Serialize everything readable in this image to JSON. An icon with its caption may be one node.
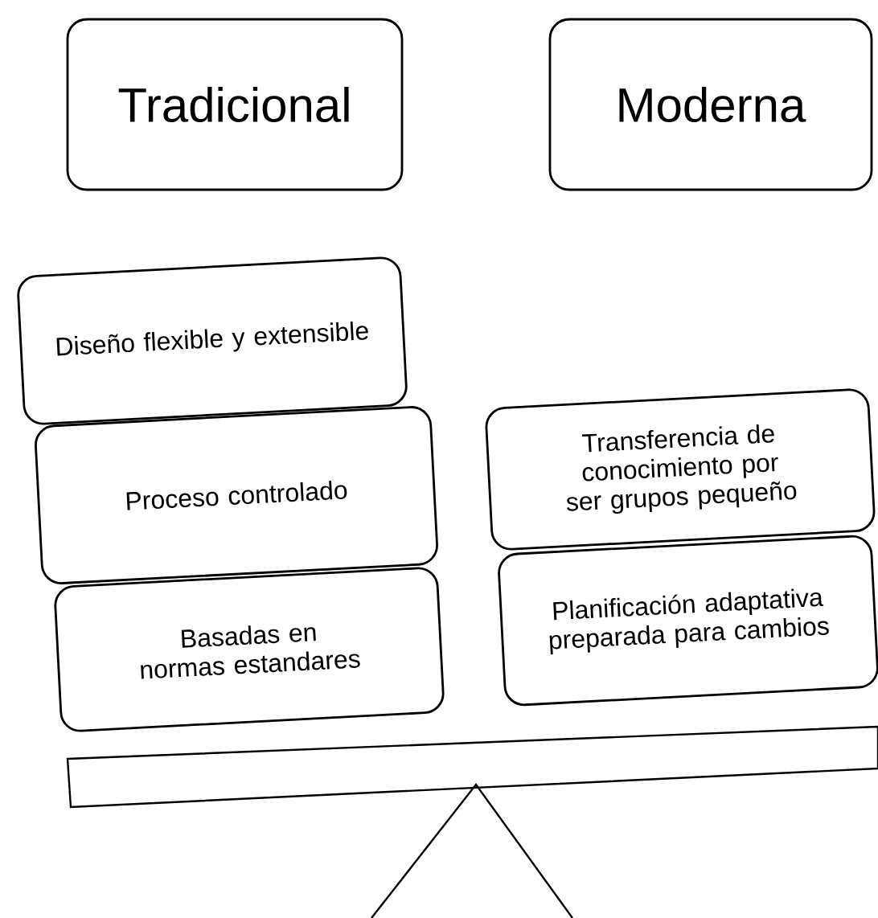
{
  "diagram": {
    "nodes": [
      {
        "text": [
          "Tradicional"
        ]
      },
      {
        "text": [
          "Moderna"
        ]
      },
      {
        "text": [
          "Diseño flexible y extensible"
        ]
      },
      {
        "text": [
          "Proceso controlado"
        ]
      },
      {
        "text": [
          "Basadas en normas estandares"
        ]
      },
      {
        "text": [
          "Transferencia de conocimiento por ser grupos pequeño"
        ]
      },
      {
        "text": [
          "Planificación adaptativa preparada para cambios"
        ]
      }
    ]
  }
}
